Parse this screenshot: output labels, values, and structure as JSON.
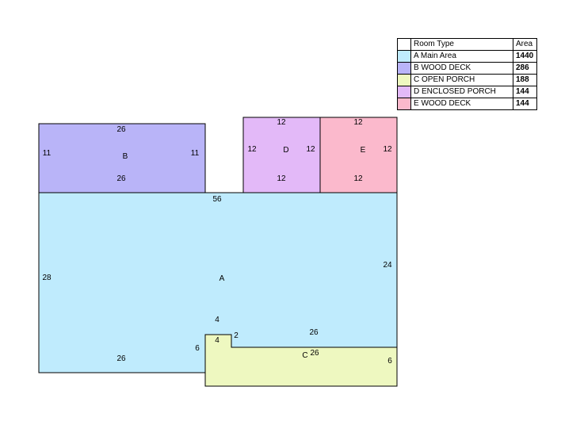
{
  "legend": {
    "header_type": "Room Type",
    "header_area": "Area",
    "rows": [
      {
        "name": "A Main Area",
        "area": "1440",
        "color": "#bfebfd"
      },
      {
        "name": "B WOOD DECK",
        "area": "286",
        "color": "#b9b4f8"
      },
      {
        "name": "C OPEN PORCH",
        "area": "188",
        "color": "#eef8c0"
      },
      {
        "name": "D ENCLOSED PORCH",
        "area": "144",
        "color": "#e3b9f8"
      },
      {
        "name": "E WOOD DECK",
        "area": "144",
        "color": "#fbb9cc"
      }
    ]
  },
  "rooms": {
    "A": {
      "label": "A",
      "color": "#bfebfd"
    },
    "B": {
      "label": "B",
      "color": "#b9b4f8"
    },
    "C": {
      "label": "C",
      "color": "#eef8c0"
    },
    "D": {
      "label": "D",
      "color": "#e3b9f8"
    },
    "E": {
      "label": "E",
      "color": "#fbb9cc"
    }
  },
  "dims": {
    "b_top": "26",
    "b_left": "11",
    "b_right": "11",
    "b_bottom": "26",
    "d_top": "12",
    "d_left": "12",
    "d_right": "12",
    "d_bottom": "12",
    "e_top": "12",
    "e_right": "12",
    "e_bottom": "12",
    "a_top": "56",
    "a_left": "28",
    "a_right": "24",
    "a_bottom": "26",
    "a_notch_v": "4",
    "a_six": "6",
    "a_two": "2",
    "a_26_mid": "26",
    "c_four": "4",
    "c_26": "26",
    "c_six": "6"
  }
}
